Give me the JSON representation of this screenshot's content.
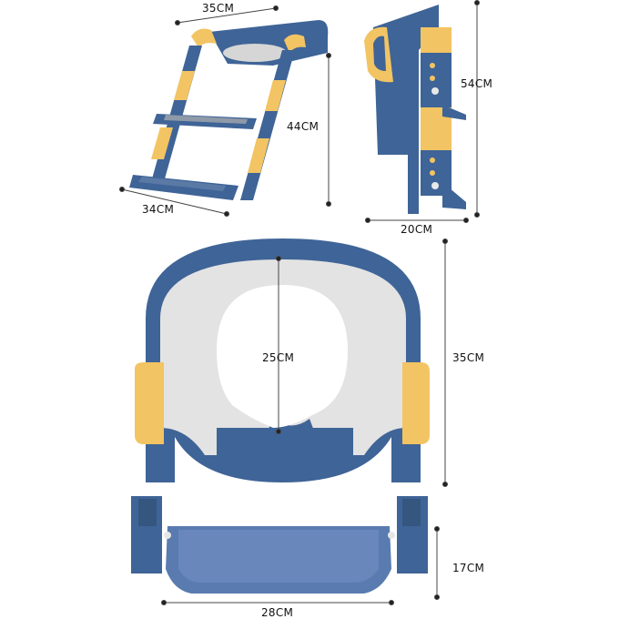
{
  "colors": {
    "blue": "#3f6497",
    "blue_dark": "#2f4f7f",
    "yellow": "#f2c463",
    "pad": "#e5e5e5",
    "line": "#333333"
  },
  "dimensions": {
    "ladder_top_width": "35CM",
    "ladder_height": "44CM",
    "ladder_base_width": "34CM",
    "side_height": "54CM",
    "side_depth": "20CM",
    "seat_opening": "25CM",
    "seat_length": "35CM",
    "step_depth": "17CM",
    "step_width": "28CM"
  }
}
